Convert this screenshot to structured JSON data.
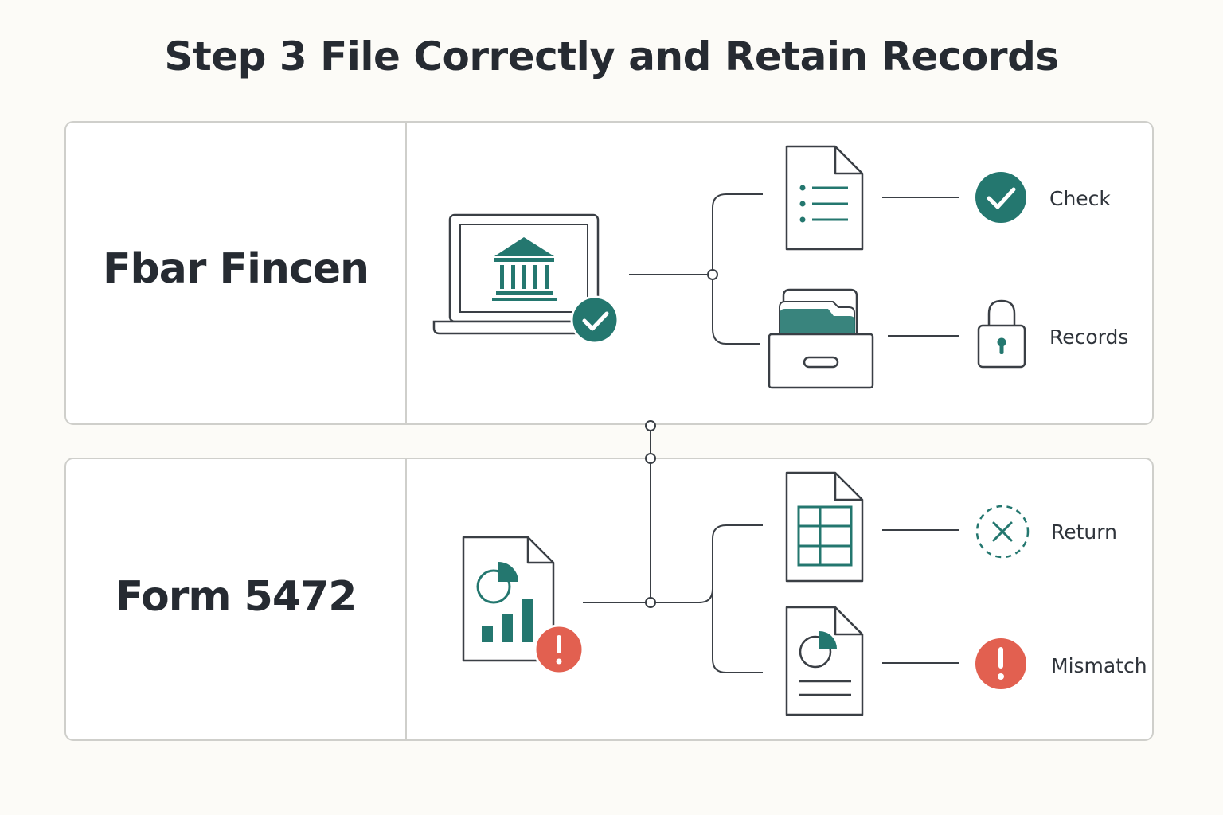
{
  "title": "Step 3 File Correctly and Retain Records",
  "colors": {
    "teal": "#24776f",
    "red": "#e26050",
    "stroke": "#3a3f45",
    "border": "#cfcfcb",
    "background": "#fcfbf7"
  },
  "rows": [
    {
      "label": "Fbar Fincen",
      "source_icon": "laptop-bank-check-icon",
      "outputs": [
        {
          "document_icon": "list-document-icon",
          "status_icon": "check-circle-icon",
          "label": "Check"
        },
        {
          "document_icon": "file-drawer-icon",
          "status_icon": "padlock-icon",
          "label": "Records"
        }
      ]
    },
    {
      "label": "Form 5472",
      "source_icon": "report-document-alert-icon",
      "outputs": [
        {
          "document_icon": "spreadsheet-document-icon",
          "status_icon": "dashed-x-circle-icon",
          "label": "Return"
        },
        {
          "document_icon": "pie-chart-document-icon",
          "status_icon": "alert-circle-icon",
          "label": "Mismatch"
        }
      ]
    }
  ]
}
